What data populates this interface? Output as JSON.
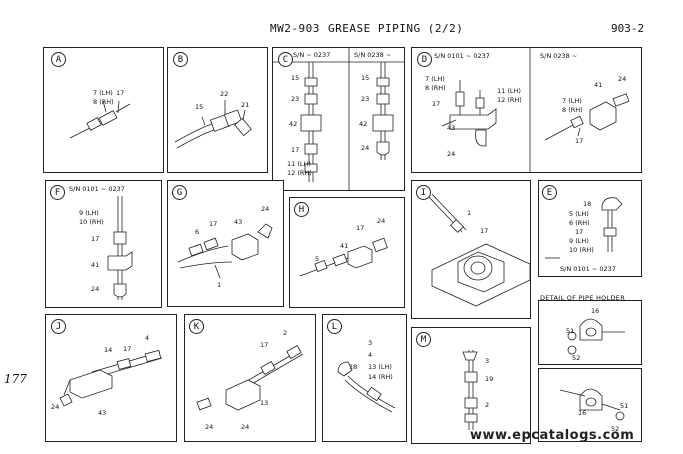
{
  "header": {
    "model": "MW2-903",
    "title": "GREASE PIPING (2/2)",
    "page": "903-2"
  },
  "panels": {
    "A": {
      "letter": "A",
      "labels": [
        "7 (LH)",
        "8 (RH)",
        "17"
      ]
    },
    "B": {
      "letter": "B",
      "labels": [
        "15",
        "22",
        "21"
      ]
    },
    "C": {
      "letter": "C",
      "sn_left": "S/N ~ 0237",
      "sn_right": "S/N 0238 ~",
      "labels": [
        "15",
        "23",
        "42",
        "17",
        "11 (LH)",
        "12 (RH)",
        "15",
        "23",
        "42",
        "24"
      ]
    },
    "D": {
      "letter": "D",
      "sn_left": "S/N 0101 ~ 0237",
      "sn_right": "S/N 0238 ~",
      "labels": [
        "7 (LH)",
        "8 (RH)",
        "17",
        "11 (LH)",
        "12 (RH)",
        "43",
        "24",
        "41",
        "24",
        "7 (LH)",
        "8 (RH)",
        "17"
      ]
    },
    "F": {
      "letter": "F",
      "sn": "S/N 0101 ~ 0237",
      "labels": [
        "9 (LH)",
        "10 (RH)",
        "17",
        "41",
        "24"
      ]
    },
    "G": {
      "letter": "G",
      "labels": [
        "6",
        "17",
        "43",
        "24",
        "1"
      ]
    },
    "H": {
      "letter": "H",
      "labels": [
        "17",
        "24",
        "5",
        "41"
      ]
    },
    "I": {
      "letter": "I",
      "labels": [
        "1",
        "17"
      ]
    },
    "E": {
      "letter": "E",
      "sn": "S/N 0101 ~ 0237",
      "labels": [
        "18",
        "5 (LH)",
        "6 (RH)",
        "17",
        "9 (LH)",
        "10 (RH)"
      ]
    },
    "J": {
      "letter": "J",
      "labels": [
        "14",
        "17",
        "4",
        "24",
        "43"
      ]
    },
    "K": {
      "letter": "K",
      "labels": [
        "2",
        "17",
        "24",
        "13",
        "24"
      ]
    },
    "L": {
      "letter": "L",
      "labels": [
        "3",
        "4",
        "13 (LH)",
        "14 (RH)",
        "18"
      ]
    },
    "M": {
      "letter": "M",
      "labels": [
        "3",
        "19",
        "2"
      ]
    }
  },
  "holder": {
    "title": "DETAIL OF PIPE HOLDER",
    "labels": [
      "16",
      "51",
      "52",
      "16",
      "51",
      "52"
    ]
  },
  "margin_mark": "177",
  "watermark": "www.epcatalogs.com"
}
